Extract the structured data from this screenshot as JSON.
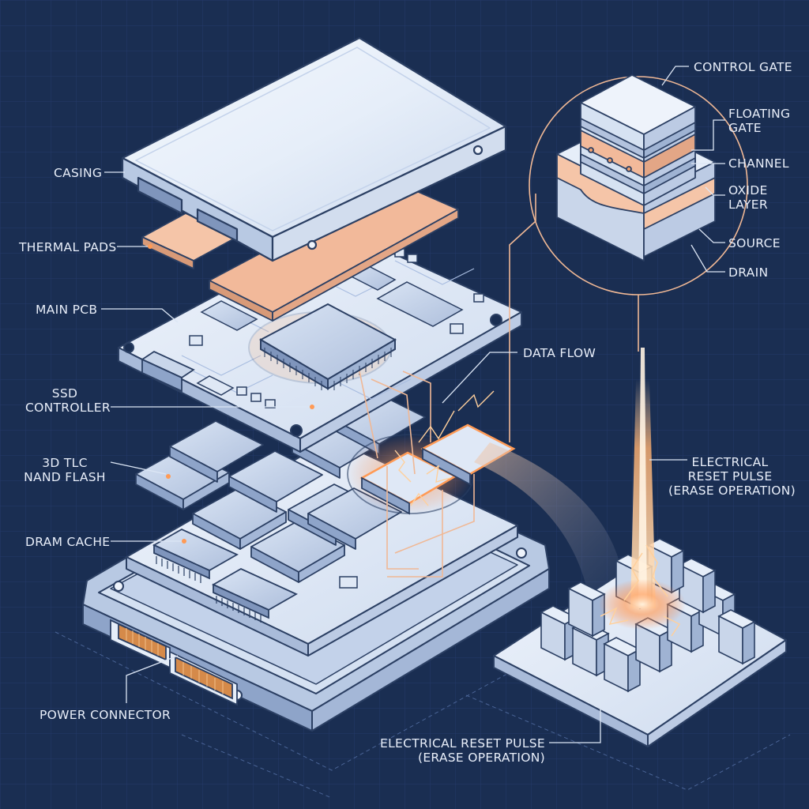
{
  "labels": {
    "casing": "CASING",
    "thermal_pads": "THERMAL PADS",
    "main_pcb": "MAIN PCB",
    "ssd_controller_1": "SSD",
    "ssd_controller_2": "CONTROLLER",
    "nand_1": "3D TLC",
    "nand_2": "NAND FLASH",
    "dram_cache": "DRAM CACHE",
    "power_connector": "POWER CONNECTOR",
    "data_flow": "DATA FLOW",
    "reset_pulse_right_1": "ELECTRICAL",
    "reset_pulse_right_2": "RESET PULSE",
    "reset_pulse_right_3": "(ERASE OPERATION)",
    "reset_pulse_bottom_1": "ELECTRICAL RESET PULSE",
    "reset_pulse_bottom_2": "(ERASE OPERATION)",
    "control_gate": "CONTROL GATE",
    "floating_gate_1": "FLOATING",
    "floating_gate_2": "GATE",
    "channel": "CHANNEL",
    "oxide_layer_1": "OXIDE",
    "oxide_layer_2": "LAYER",
    "source": "SOURCE",
    "drain": "DRAIN"
  },
  "colors": {
    "background": "#1a2e52",
    "grid": "#2a4270",
    "component_light": "#e3ebf7",
    "component_shadow": "#9fb3d3",
    "outline": "#2b3f63",
    "thermal_pad": "#f2b99a",
    "glow": "#ff9a55",
    "leader_line": "#dce6f5"
  }
}
